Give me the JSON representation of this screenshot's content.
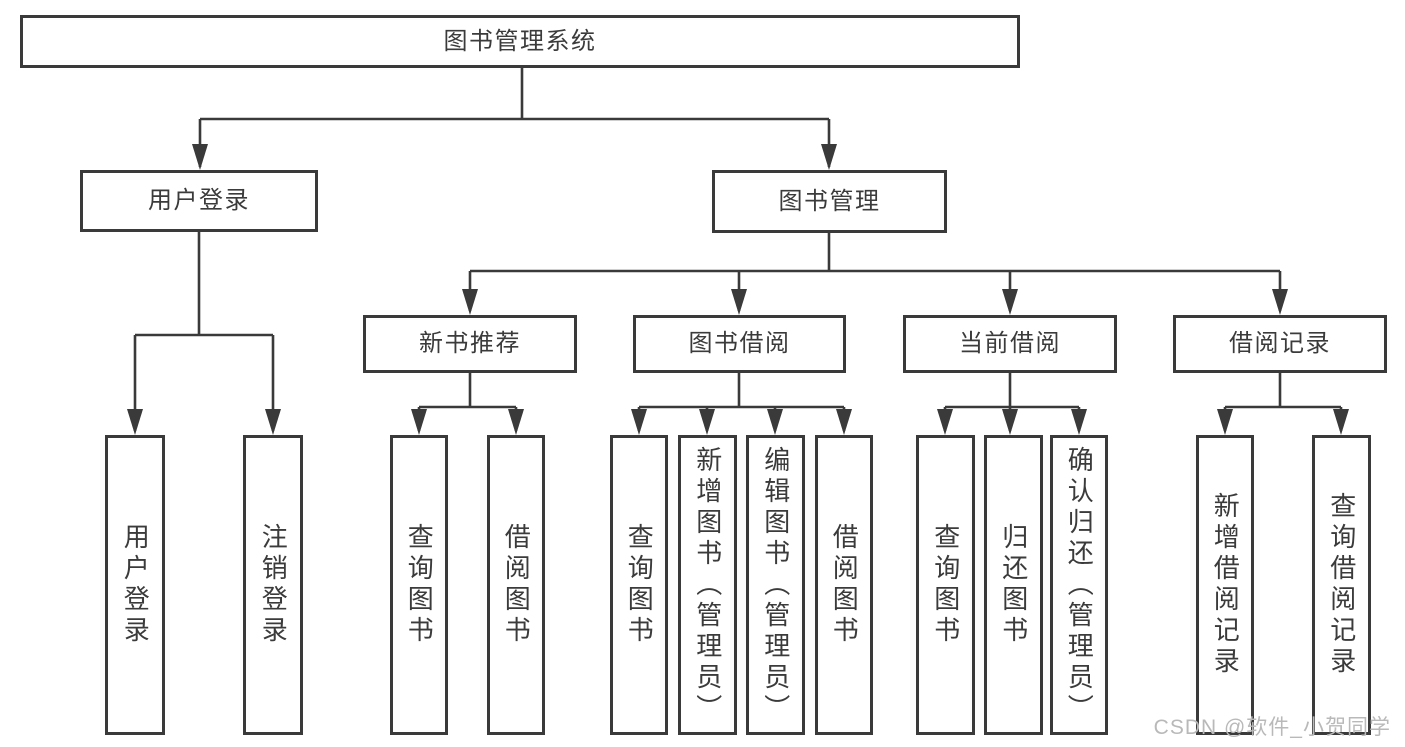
{
  "colors": {
    "line": "#3a3a3a",
    "border": "#3a3a3a",
    "text": "#3b3b3b",
    "watermark": "#b9b9b9",
    "background": "#ffffff"
  },
  "watermark": "CSDN @软件_小贺同学",
  "diagram": {
    "root": {
      "label": "图书管理系统"
    },
    "user_login": {
      "label": "用户登录",
      "children": [
        {
          "label": "用户登录"
        },
        {
          "label": "注销登录"
        }
      ]
    },
    "book_management": {
      "label": "图书管理",
      "sections": [
        {
          "label": "新书推荐",
          "children": [
            {
              "label": "查询图书"
            },
            {
              "label": "借阅图书"
            }
          ]
        },
        {
          "label": "图书借阅",
          "children": [
            {
              "label": "查询图书"
            },
            {
              "label": "新增图书（管理员）"
            },
            {
              "label": "编辑图书（管理员）"
            },
            {
              "label": "借阅图书"
            }
          ]
        },
        {
          "label": "当前借阅",
          "children": [
            {
              "label": "查询图书"
            },
            {
              "label": "归还图书"
            },
            {
              "label": "确认归还（管理员）"
            }
          ]
        },
        {
          "label": "借阅记录",
          "children": [
            {
              "label": "新增借阅记录"
            },
            {
              "label": "查询借阅记录"
            }
          ]
        }
      ]
    }
  }
}
